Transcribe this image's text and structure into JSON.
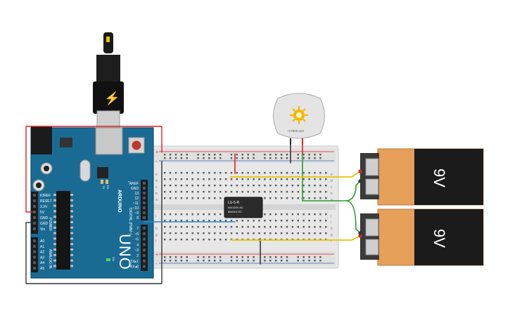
{
  "arduino": {
    "brand": "ARDUINO",
    "model": "UNO",
    "power_label": "POWER",
    "analog_label": "ANALOG IN",
    "digital_label": "DIGITAL (PWM~)",
    "top_pins": [
      "AREF",
      "GND",
      "13",
      "12",
      "~11",
      "~10",
      "~9",
      "8"
    ],
    "mid_pins": [
      "7",
      "~6",
      "~5",
      "4",
      "~3",
      "2",
      "TX▸1",
      "RX◂0"
    ],
    "power_pins": [
      "IOREF",
      "RESET",
      "3.3V",
      "5V",
      "GND",
      "GND",
      "Vin"
    ],
    "analog_pins": [
      "A0",
      "A1",
      "A2",
      "A3",
      "A4",
      "A5"
    ],
    "led_labels": [
      "TX",
      "RX",
      "L"
    ],
    "on_label": "ON",
    "color": "#1a6b94"
  },
  "relay": {
    "lines": [
      "LU-5-R",
      "5A/120V AC",
      "5A/24V DC"
    ]
  },
  "motor": {
    "reading": "+17506 rpm"
  },
  "batteries": [
    {
      "label": "9V"
    },
    {
      "label": "9V"
    }
  ],
  "breadboard": {
    "rows_top": [
      "j",
      "i",
      "h",
      "g",
      "f"
    ],
    "rows_bottom": [
      "e",
      "d",
      "c",
      "b",
      "a"
    ],
    "rail_plus": "+",
    "rail_minus": "-"
  },
  "wire_colors": {
    "red": "#e02020",
    "black": "#333333",
    "yellow": "#e8c400",
    "green": "#2aa02a",
    "blue": "#2a8ad4"
  }
}
